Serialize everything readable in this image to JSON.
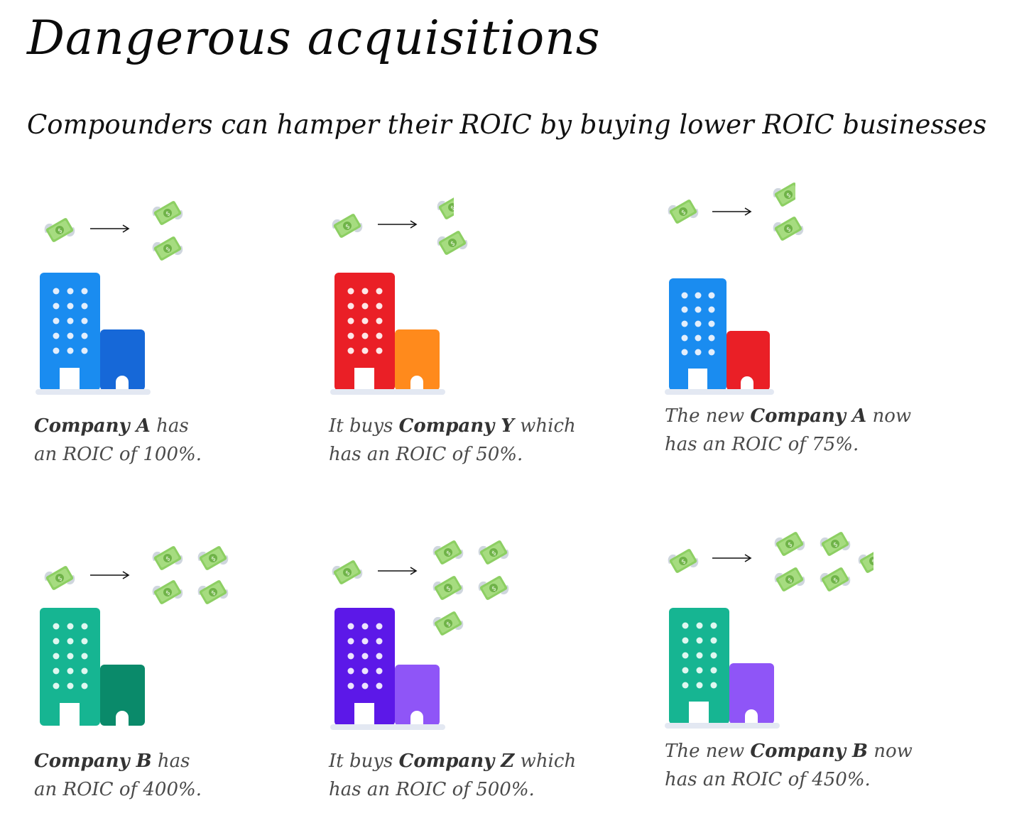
{
  "title": "Dangerous acquisitions",
  "subtitle": "Compounders can hamper their ROIC by buying lower ROIC businesses",
  "icons": {
    "money": "flying-money-icon",
    "arrow": "right-arrow-icon",
    "building": "office-building-icon"
  },
  "colors": {
    "blue_tall": "#1a8cf0",
    "blue_short": "#1668d8",
    "red": "#ea1f26",
    "orange": "#ff8a1c",
    "teal": "#16b592",
    "teal_dark": "#0a8a6a",
    "purple": "#5c18e8",
    "purple_light": "#8f55f7",
    "bill_green": "#8dcf63",
    "base": "#e3e8f2"
  },
  "panels": [
    {
      "tall_color": "#1a8cf0",
      "short_color": "#1668d8",
      "caption": {
        "pre": "",
        "bold": "Company A",
        "post": " has",
        "line2": "an ROIC of 100%."
      }
    },
    {
      "tall_color": "#ea1f26",
      "short_color": "#ff8a1c",
      "caption": {
        "pre": "It buys ",
        "bold": "Company Y",
        "post": " which",
        "line2": "has an ROIC of 50%."
      }
    },
    {
      "tall_color": "#1a8cf0",
      "short_color": "#ea1f26",
      "caption": {
        "pre": "The new ",
        "bold": "Company A",
        "post": " now",
        "line2": "has an ROIC of 75%."
      }
    },
    {
      "tall_color": "#16b592",
      "short_color": "#0a8a6a",
      "caption": {
        "pre": "",
        "bold": "Company B",
        "post": " has",
        "line2": "an ROIC of 400%."
      }
    },
    {
      "tall_color": "#5c18e8",
      "short_color": "#8f55f7",
      "caption": {
        "pre": "It buys ",
        "bold": "Company Z",
        "post": " which",
        "line2": "has an ROIC of 500%."
      }
    },
    {
      "tall_color": "#16b592",
      "short_color": "#8f55f7",
      "caption": {
        "pre": "The new ",
        "bold": "Company B",
        "post": " now",
        "line2": "has an ROIC of 450%."
      }
    }
  ]
}
